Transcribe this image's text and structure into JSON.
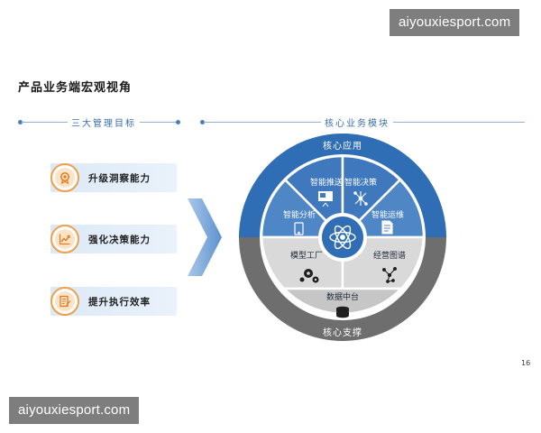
{
  "watermark": {
    "top": "aiyouxiesport.com",
    "bottom": "aiyouxiesport.com"
  },
  "page_title": "产品业务端宏观视角",
  "left_header": "三大管理目标",
  "right_header": "核心业务模块",
  "goals": [
    {
      "label": "升级洞察能力",
      "icon": "medal-icon"
    },
    {
      "label": "强化决策能力",
      "icon": "trend-chart-icon"
    },
    {
      "label": "提升执行效率",
      "icon": "document-pen-icon"
    }
  ],
  "diagram": {
    "outer_top": "核心应用",
    "outer_bottom": "核心支撑",
    "apps": [
      {
        "label": "智能分析",
        "icon": "tablet-icon"
      },
      {
        "label": "智能推送",
        "icon": "presentation-icon"
      },
      {
        "label": "智能决策",
        "icon": "network-icon"
      },
      {
        "label": "智能运维",
        "icon": "document-icon"
      }
    ],
    "supports": [
      {
        "label": "模型工厂",
        "icon": "gears-icon"
      },
      {
        "label": "经营图谱",
        "icon": "graph-icon"
      },
      {
        "label": "数据中台",
        "icon": "database-icon"
      }
    ],
    "center_icon": "atom-icon"
  },
  "page_number": "16",
  "colors": {
    "primary": "#2f6db5",
    "secondary": "#4f86c6",
    "gray_dark": "#6e6e6e",
    "gray_light": "#d8d8d8",
    "accent": "#f0a04a"
  }
}
